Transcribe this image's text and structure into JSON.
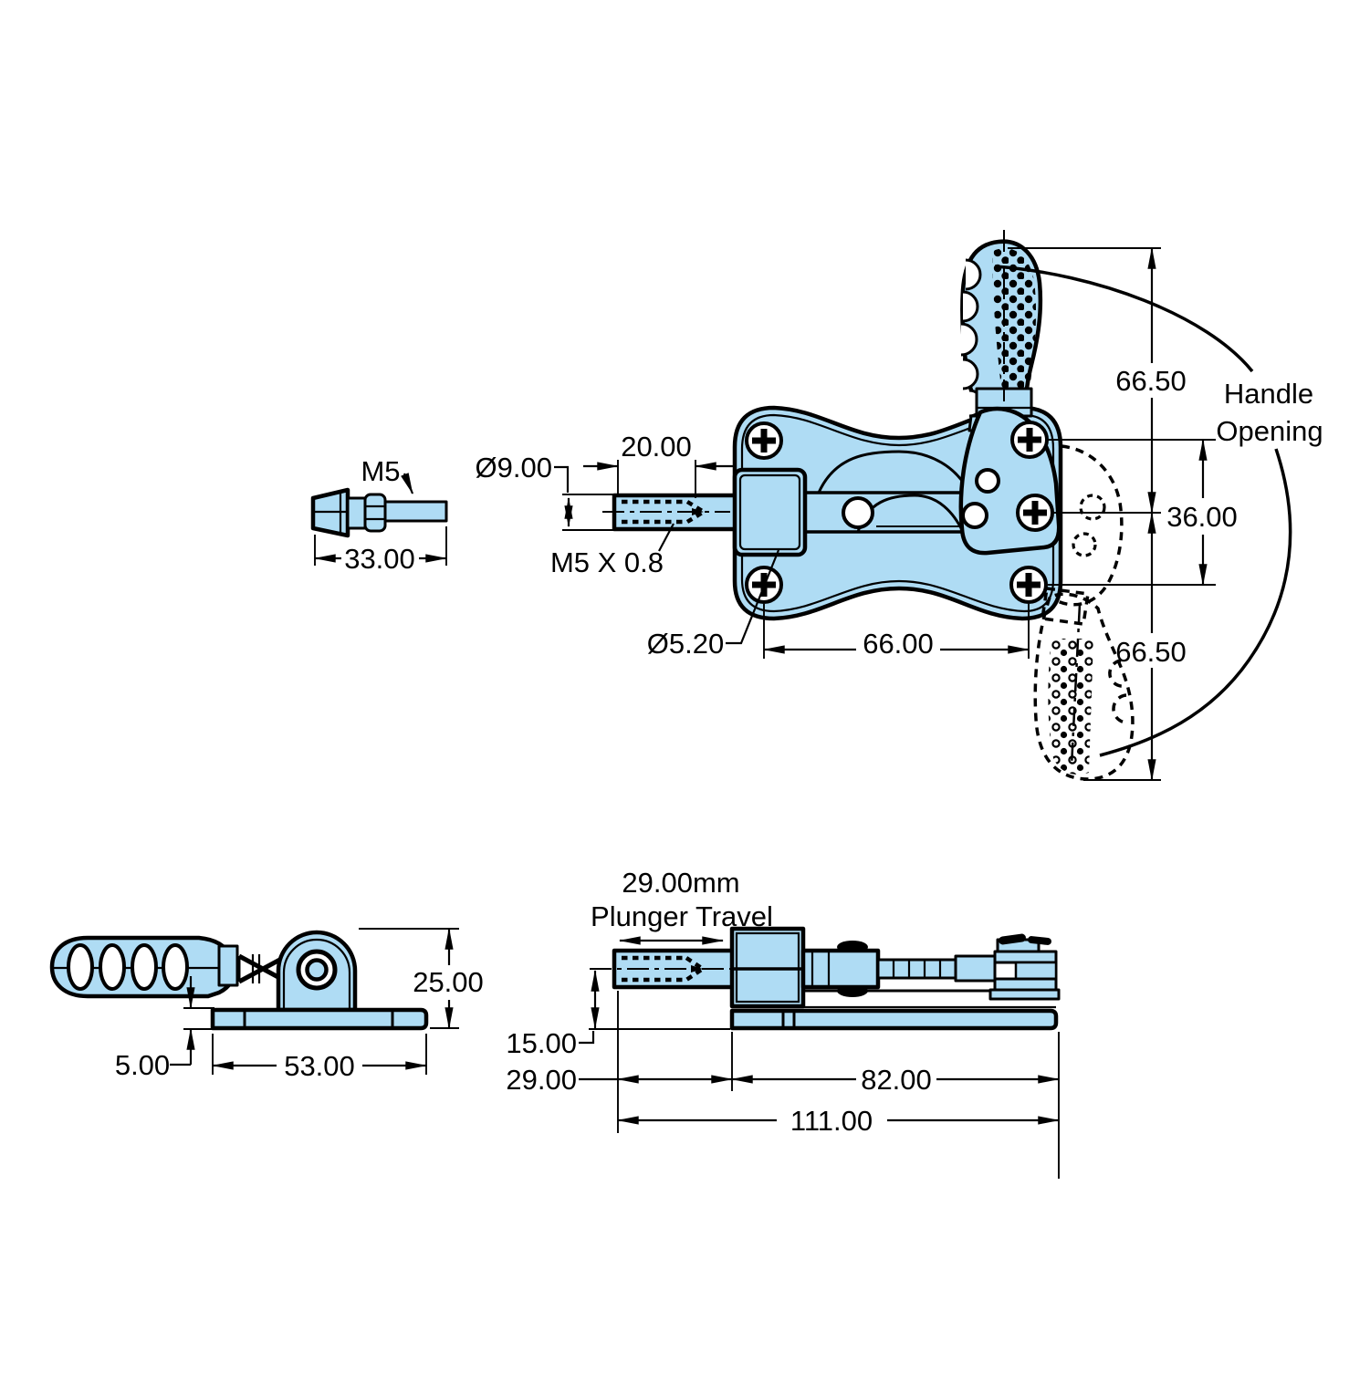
{
  "drawing": "toggle-clamp-dimension-drawing",
  "colors": {
    "part_fill": "#afdcf4",
    "line": "#000000",
    "background": "#ffffff"
  },
  "views": {
    "top": {
      "dims": {
        "plunger_dia": "Ø9.00",
        "thread_length": "20.00",
        "thread_spec": "M5 X 0.8",
        "hole_dia": "Ø5.20",
        "hole_spacing_h": "66.00",
        "hole_spacing_v": "36.00",
        "handle_open_upper": "66.50",
        "handle_open_lower": "66.50"
      },
      "notes": {
        "handle_opening_1": "Handle",
        "handle_opening_2": "Opening"
      }
    },
    "spindle": {
      "dims": {
        "thread": "M5",
        "overall_length": "33.00"
      }
    },
    "side": {
      "dims": {
        "height": "25.00",
        "handle_clearance": "5.00",
        "base_length": "53.00"
      }
    },
    "bottom": {
      "dims": {
        "plunger_travel_1": "29.00mm",
        "plunger_travel_2": "Plunger Travel",
        "centerline_height": "15.00",
        "plunger_protrusion": "29.00",
        "base_plate_length": "82.00",
        "overall_length": "111.00"
      }
    }
  }
}
